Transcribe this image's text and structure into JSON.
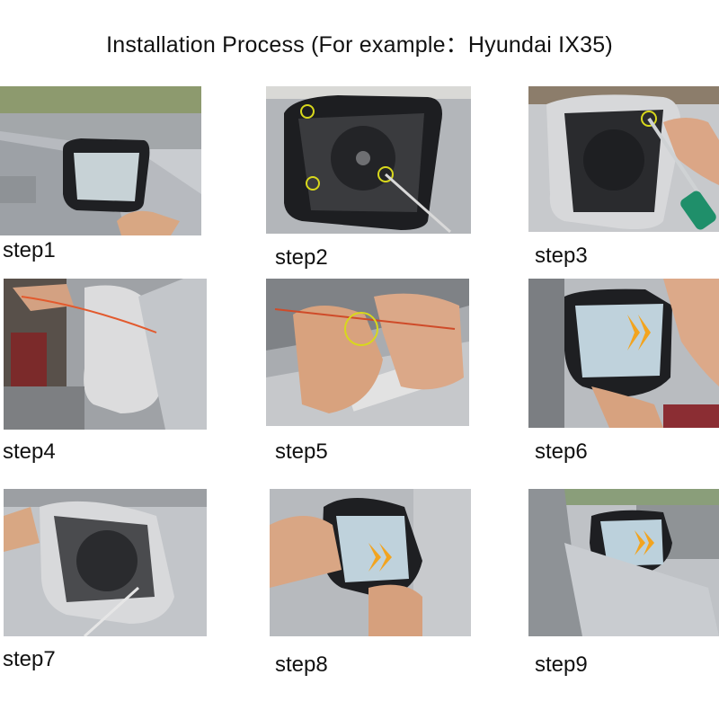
{
  "title": "Installation Process (For example：Hyundai IX35)",
  "steps": [
    {
      "label": "step1",
      "icon": "mirror-photo"
    },
    {
      "label": "step2",
      "icon": "mirror-photo"
    },
    {
      "label": "step3",
      "icon": "mirror-photo"
    },
    {
      "label": "step4",
      "icon": "mirror-photo"
    },
    {
      "label": "step5",
      "icon": "mirror-photo"
    },
    {
      "label": "step6",
      "icon": "mirror-photo"
    },
    {
      "label": "step7",
      "icon": "mirror-photo"
    },
    {
      "label": "step8",
      "icon": "mirror-photo"
    },
    {
      "label": "step9",
      "icon": "mirror-photo"
    }
  ],
  "colors": {
    "car_silver": "#b9bcc0",
    "mirror_black": "#1e1f22",
    "skin": "#d7a07f",
    "highlight_ring": "#d8d81c",
    "arrow_led": "#f2a41f",
    "mirror_glass": "#bfd2dc"
  }
}
